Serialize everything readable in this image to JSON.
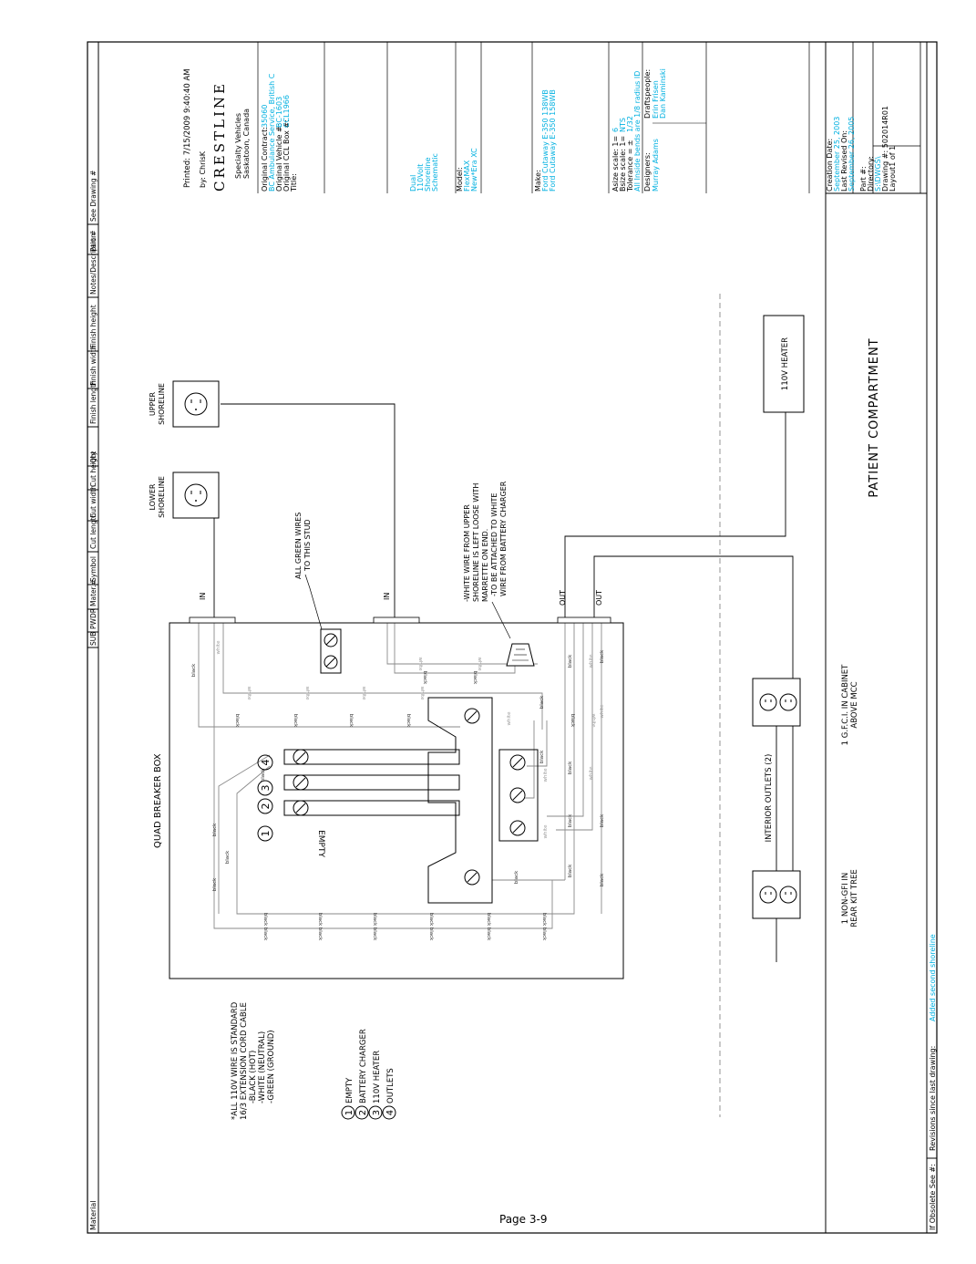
{
  "header_strip": {
    "material": "Material",
    "columns": [
      "SUB",
      "PWDR",
      "Mater.#",
      "Symbol",
      "Cut length",
      "Cut width",
      "Cut height",
      "Qty",
      "Finish length",
      "Finish width",
      "Finish height",
      "Notes/Description",
      "Part #",
      "See Drawing #"
    ]
  },
  "footer_strip": {
    "obsolete": "If Obsolete See #:",
    "revisions_label": "Revisions since last drawing:",
    "revisions_value": "Added second shoreline"
  },
  "title_block": {
    "printed": "Printed: 7/15/2009 9:40:40 AM",
    "by": "by: ChrisK",
    "logo": "CRESTLINE",
    "company": [
      "Specialty Vehicles",
      "Saskatoon, Canada"
    ],
    "original_contract": "Original Contract:",
    "original_contract_value": "35060",
    "original_contract_extra": "BC Ambulance Service, British C",
    "original_vehicle": "Original Vehicle #:",
    "original_vehicle_value": "BC-1603",
    "original_ccl_box": "Original CCL Box #:",
    "original_ccl_box_value": "CCL1966",
    "title_label": "Title:",
    "title_lines": [
      "Dual",
      "110Volt",
      "Shoreline",
      "Schematic"
    ],
    "model_label": "Model:",
    "model_lines": [
      "FlexMAX",
      "New*Era XC"
    ],
    "make_label": "Make:",
    "make_lines": [
      "Ford Cutaway E-350 138WB",
      "Ford Cutaway E-350 158WB"
    ],
    "asize": "Asize scale: 1=",
    "asize_value": "6",
    "bsize": "Bsize scale: 1=",
    "bsize_value": "NTS",
    "tolerance": "Tolerance = ±",
    "tolerance_value": "1/32",
    "bends_note": "All Inside bends are 1/8 radius ID",
    "designers": "Designers:",
    "draftspeople": "Draftspeople:",
    "designer_name": "Murray Adams",
    "draftspeople_names": [
      "Erin Frisen",
      "Dan Kaminski"
    ],
    "creation_date": "Creation Date:",
    "creation_date_value": "September 25, 2003",
    "last_revised": "Last Revised On:",
    "last_revised_value": "September 26, 2005",
    "part_label": "Part #:",
    "directory_label": "Directory:",
    "directory_value": "S:\\DWGS\\",
    "drawing_label": "Drawing #: 502014R01",
    "layout_label": "Layout1 of 1"
  },
  "diagram": {
    "breaker_box": "QUAD BREAKER BOX",
    "empty": "EMPTY",
    "lower_shoreline": [
      "LOWER",
      "SHORELINE"
    ],
    "upper_shoreline": [
      "UPPER",
      "SHORELINE"
    ],
    "in1": "IN",
    "in2": "IN",
    "out1": "OUT",
    "out2": "OUT",
    "green_note": [
      "ALL GREEN WIRES",
      "TO THIS STUD"
    ],
    "white_note": [
      "-WHITE WIRE FROM UPPER",
      "SHORELINE IS LEFT LOOSE WITH",
      "MARRETTE ON END.",
      "-TO BE ATTACHED TO WHITE",
      "WIRE FROM BATTERY CHARGER"
    ],
    "heater": "110V HEATER",
    "patient_compartment": "PATIENT COMPARTMENT",
    "interior_outlets": "INTERIOR OUTLETS (2)",
    "gfci": [
      "1 G.F.C.I. IN CABINET",
      "ABOVE MCC"
    ],
    "nongfi": [
      "1 NON-GFI IN",
      "REAR KIT TREE"
    ],
    "wire_black": "black",
    "wire_white": "white",
    "legend_note": [
      "*ALL 110V WIRE IS STANDARD",
      "16/3 EXTENSION CORD CABLE",
      "-BLACK (HOT)",
      "-WHITE (NEUTRAL)",
      "-GREEN (GROUND)"
    ],
    "legend_items": [
      {
        "num": "1",
        "label": "EMPTY"
      },
      {
        "num": "2",
        "label": "BATTERY CHARGER"
      },
      {
        "num": "3",
        "label": "110V HEATER"
      },
      {
        "num": "4",
        "label": "OUTLETS"
      }
    ],
    "page": "Page 3-9"
  },
  "colors": {
    "line": "#000000",
    "wire": "#808080",
    "cyan": "#00b0e0"
  }
}
